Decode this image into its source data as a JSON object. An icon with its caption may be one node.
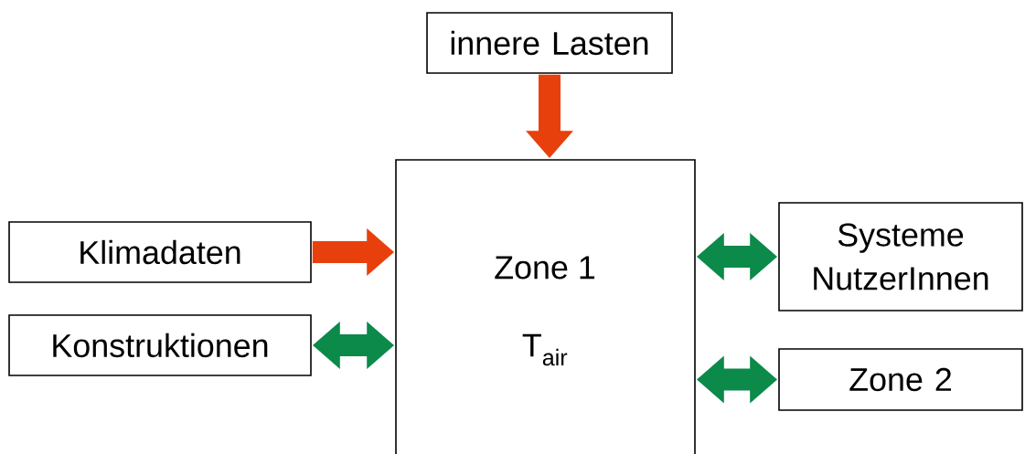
{
  "diagram": {
    "nodes": [
      {
        "text": [
          "innere Lasten"
        ]
      },
      {
        "text": [
          "Zone 1",
          "T$_{air}$"
        ]
      },
      {
        "text": [
          "Klimadaten"
        ]
      },
      {
        "text": [
          "Konstruktionen"
        ]
      },
      {
        "text": [
          "Systeme NutzerInnen"
        ]
      },
      {
        "text": [
          "Zone 2"
        ]
      }
    ],
    "edges": [
      {
        "from": 0,
        "to": 1,
        "arrow": "to",
        "color": "#e8400c"
      },
      {
        "from": 2,
        "to": 1,
        "arrow": "to",
        "color": "#e8400c"
      },
      {
        "from": 3,
        "to": 1,
        "arrow": "both",
        "color": "#0b8a4a"
      },
      {
        "from": 1,
        "to": 4,
        "arrow": "both",
        "color": "#0b8a4a"
      },
      {
        "from": 1,
        "to": 5,
        "arrow": "both",
        "color": "#0b8a4a"
      }
    ]
  }
}
